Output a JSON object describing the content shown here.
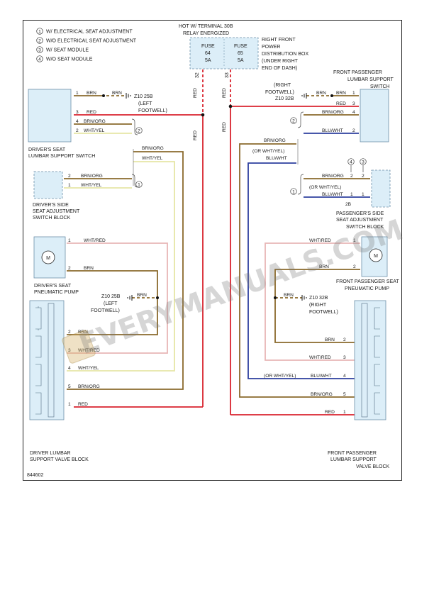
{
  "legend": {
    "items": [
      {
        "num": "1",
        "text": "W/ ELECTRICAL SEAT ADJUSTMENT"
      },
      {
        "num": "2",
        "text": "W/O ELECTRICAL SEAT ADJUSTMENT"
      },
      {
        "num": "3",
        "text": "W/ SEAT MODULE"
      },
      {
        "num": "4",
        "text": "W/O SEAT MODULE"
      }
    ]
  },
  "power": {
    "hot_line1": "HOT W/ TERMINAL 30B",
    "hot_line2": "RELAY ENERGIZED",
    "fuse_word": "FUSE",
    "fuse_left_num": "64",
    "fuse_left_amp": "5A",
    "fuse_right_num": "65",
    "fuse_right_amp": "5A",
    "box_lines": [
      "RIGHT FRONT",
      "POWER",
      "DISTRIBUTION BOX",
      "(UNDER RIGHT",
      "END OF DASH)"
    ],
    "circuit_left": "32",
    "circuit_right": "33"
  },
  "colors": {
    "red": "#d9232e",
    "brown": "#8a6a2c",
    "blue": "#2d3f9e",
    "white_yellow": "#e6e6a6",
    "white_red": "#e8b6b6",
    "black": "#222222",
    "component_fill": "#dceef8",
    "component_stroke": "#6c8fa8"
  },
  "labels": {
    "brn": "BRN",
    "red": "RED",
    "brn_org": "BRN/ORG",
    "wht_yel": "WHT/YEL",
    "wht_red": "WHT/RED",
    "blu_wht": "BLU/WHT",
    "or_wht_yel": "(OR WHT/YEL)",
    "motor": "M"
  },
  "grounds": {
    "left_top": [
      "Z10 25B",
      "(LEFT",
      "FOOTWELL)"
    ],
    "left_mid": [
      "Z10 25B",
      "(LEFT",
      "FOOTWELL)"
    ],
    "right_top": [
      "(RIGHT",
      "FOOTWELL)",
      "Z10 32B"
    ],
    "right_mid": [
      "Z10 32B",
      "(RIGHT",
      "FOOTWELL)"
    ]
  },
  "components": {
    "drv_lumbar_switch": [
      "DRIVER'S SEAT",
      "LUMBAR SUPPORT SWITCH"
    ],
    "drv_side_block": [
      "DRIVER'S SIDE",
      "SEAT ADJUSTMENT",
      "SWITCH BLOCK"
    ],
    "drv_pump": [
      "DRIVER'S SEAT",
      "PNEUMATIC PUMP"
    ],
    "drv_valve": [
      "DRIVER LUMBAR",
      "SUPPORT VALVE BLOCK"
    ],
    "pass_lumbar_switch": [
      "FRONT PASSENGER",
      "LUMBAR SUPPORT",
      "SWITCH"
    ],
    "pass_side_block": [
      "PASSENGER'S SIDE",
      "SEAT ADJUSTMENT",
      "SWITCH BLOCK"
    ],
    "pass_pump": [
      "FRONT PASSENGER SEAT",
      "PNEUMATIC PUMP"
    ],
    "pass_valve": [
      "FRONT PASSENGER",
      "LUMBAR SUPPORT",
      "VALVE BLOCK"
    ]
  },
  "connector_2b": "2B",
  "figure_id": "844602",
  "watermark": "EVERYMANUALS.COM"
}
